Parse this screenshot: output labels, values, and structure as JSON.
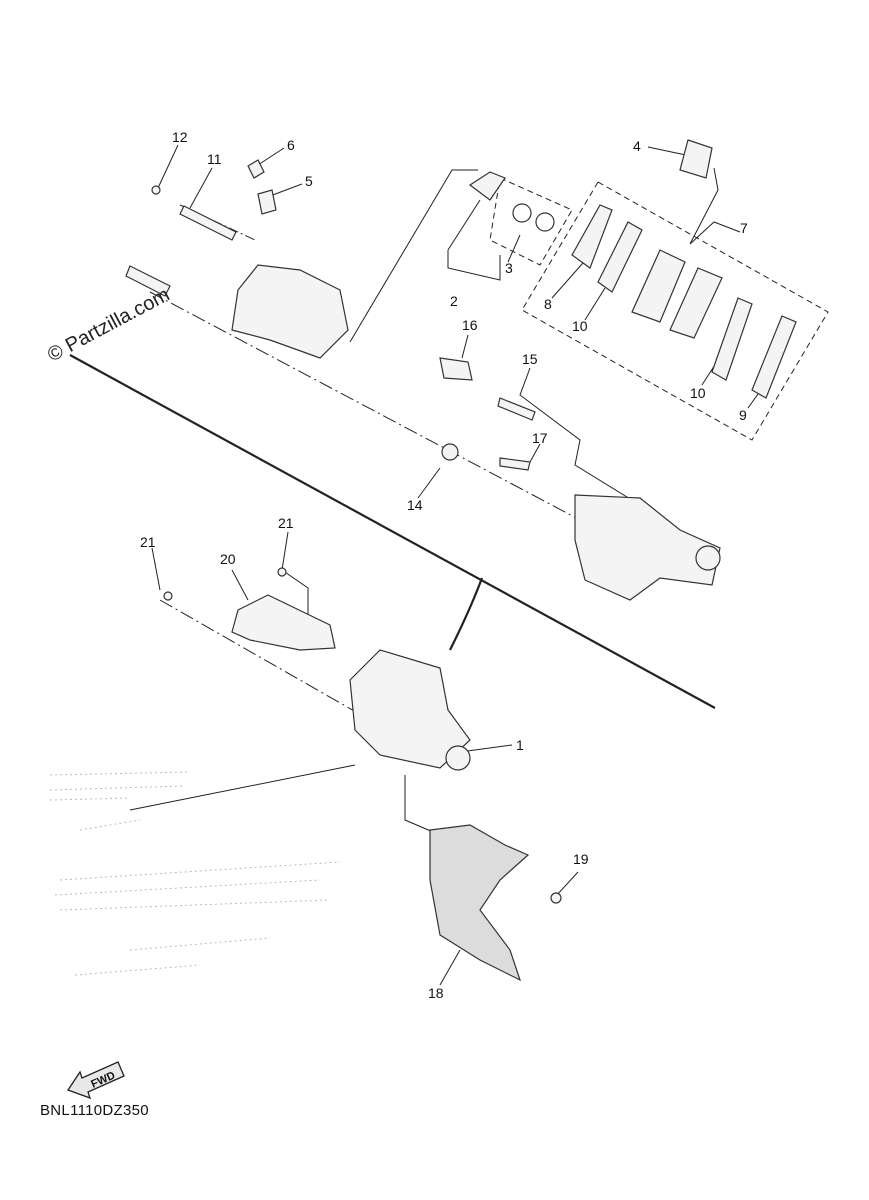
{
  "watermark": "© Partzilla.com",
  "diagram_code": "BNL1110DZ350",
  "direction_label": "FWD",
  "callouts": [
    "12",
    "11",
    "6",
    "5",
    "4",
    "7",
    "3",
    "2",
    "8",
    "10",
    "16",
    "15",
    "10",
    "9",
    "17",
    "14",
    "21",
    "21",
    "20",
    "1",
    "19",
    "18"
  ]
}
